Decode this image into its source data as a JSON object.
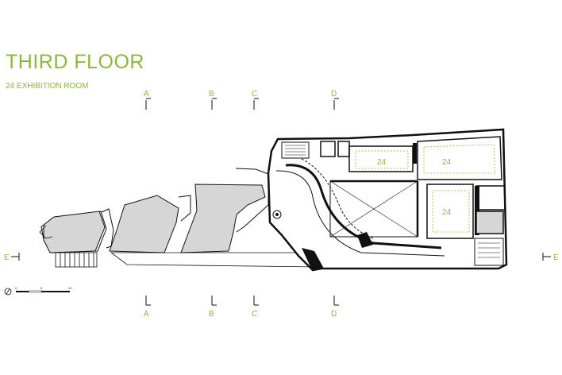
{
  "title": "THIRD FLOOR",
  "subtitle": "24 EXHIBITION ROOM",
  "section_marks": {
    "top": [
      "A",
      "B",
      "C",
      "D"
    ],
    "bottom": [
      "A",
      "B",
      "C",
      "D"
    ],
    "left": "E",
    "right": "E"
  },
  "room_labels": [
    "24",
    "24",
    "24"
  ],
  "scale_bar": {
    "labels": [
      "0",
      "5",
      "10"
    ]
  },
  "colors": {
    "accent": "#8db63a",
    "fill": "#d6d6d6",
    "line": "#111111"
  }
}
